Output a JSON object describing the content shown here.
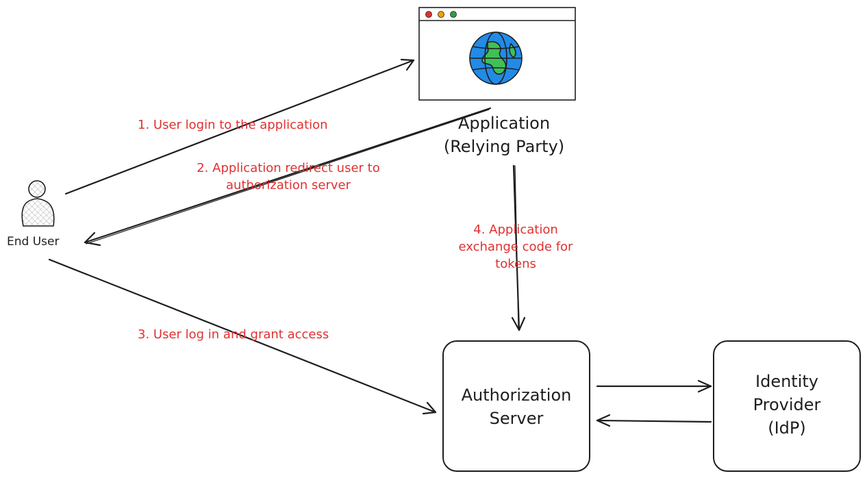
{
  "nodes": {
    "end_user": {
      "label": "End User"
    },
    "application": {
      "line1": "Application",
      "line2": "(Relying Party)"
    },
    "authorization_server": {
      "line1": "Authorization",
      "line2": "Server"
    },
    "identity_provider": {
      "line1": "Identity",
      "line2": "Provider",
      "line3": "(IdP)"
    }
  },
  "steps": {
    "step1": "1. User login to the application",
    "step2_line1": "2. Application redirect user to",
    "step2_line2": "authorization server",
    "step3": "3. User log in and grant access",
    "step4_line1": "4. Application",
    "step4_line2": "exchange code for",
    "step4_line3": "tokens"
  },
  "colors": {
    "stroke": "#1e1e1e",
    "step_text": "#e03131",
    "globe_blue": "#228be6",
    "globe_green": "#40c057",
    "dot_red": "#e03131",
    "dot_yellow": "#f59f00",
    "dot_green": "#2f9e44"
  },
  "icons": {
    "user": "user-icon",
    "browser": "browser-window-icon",
    "globe": "globe-icon"
  }
}
